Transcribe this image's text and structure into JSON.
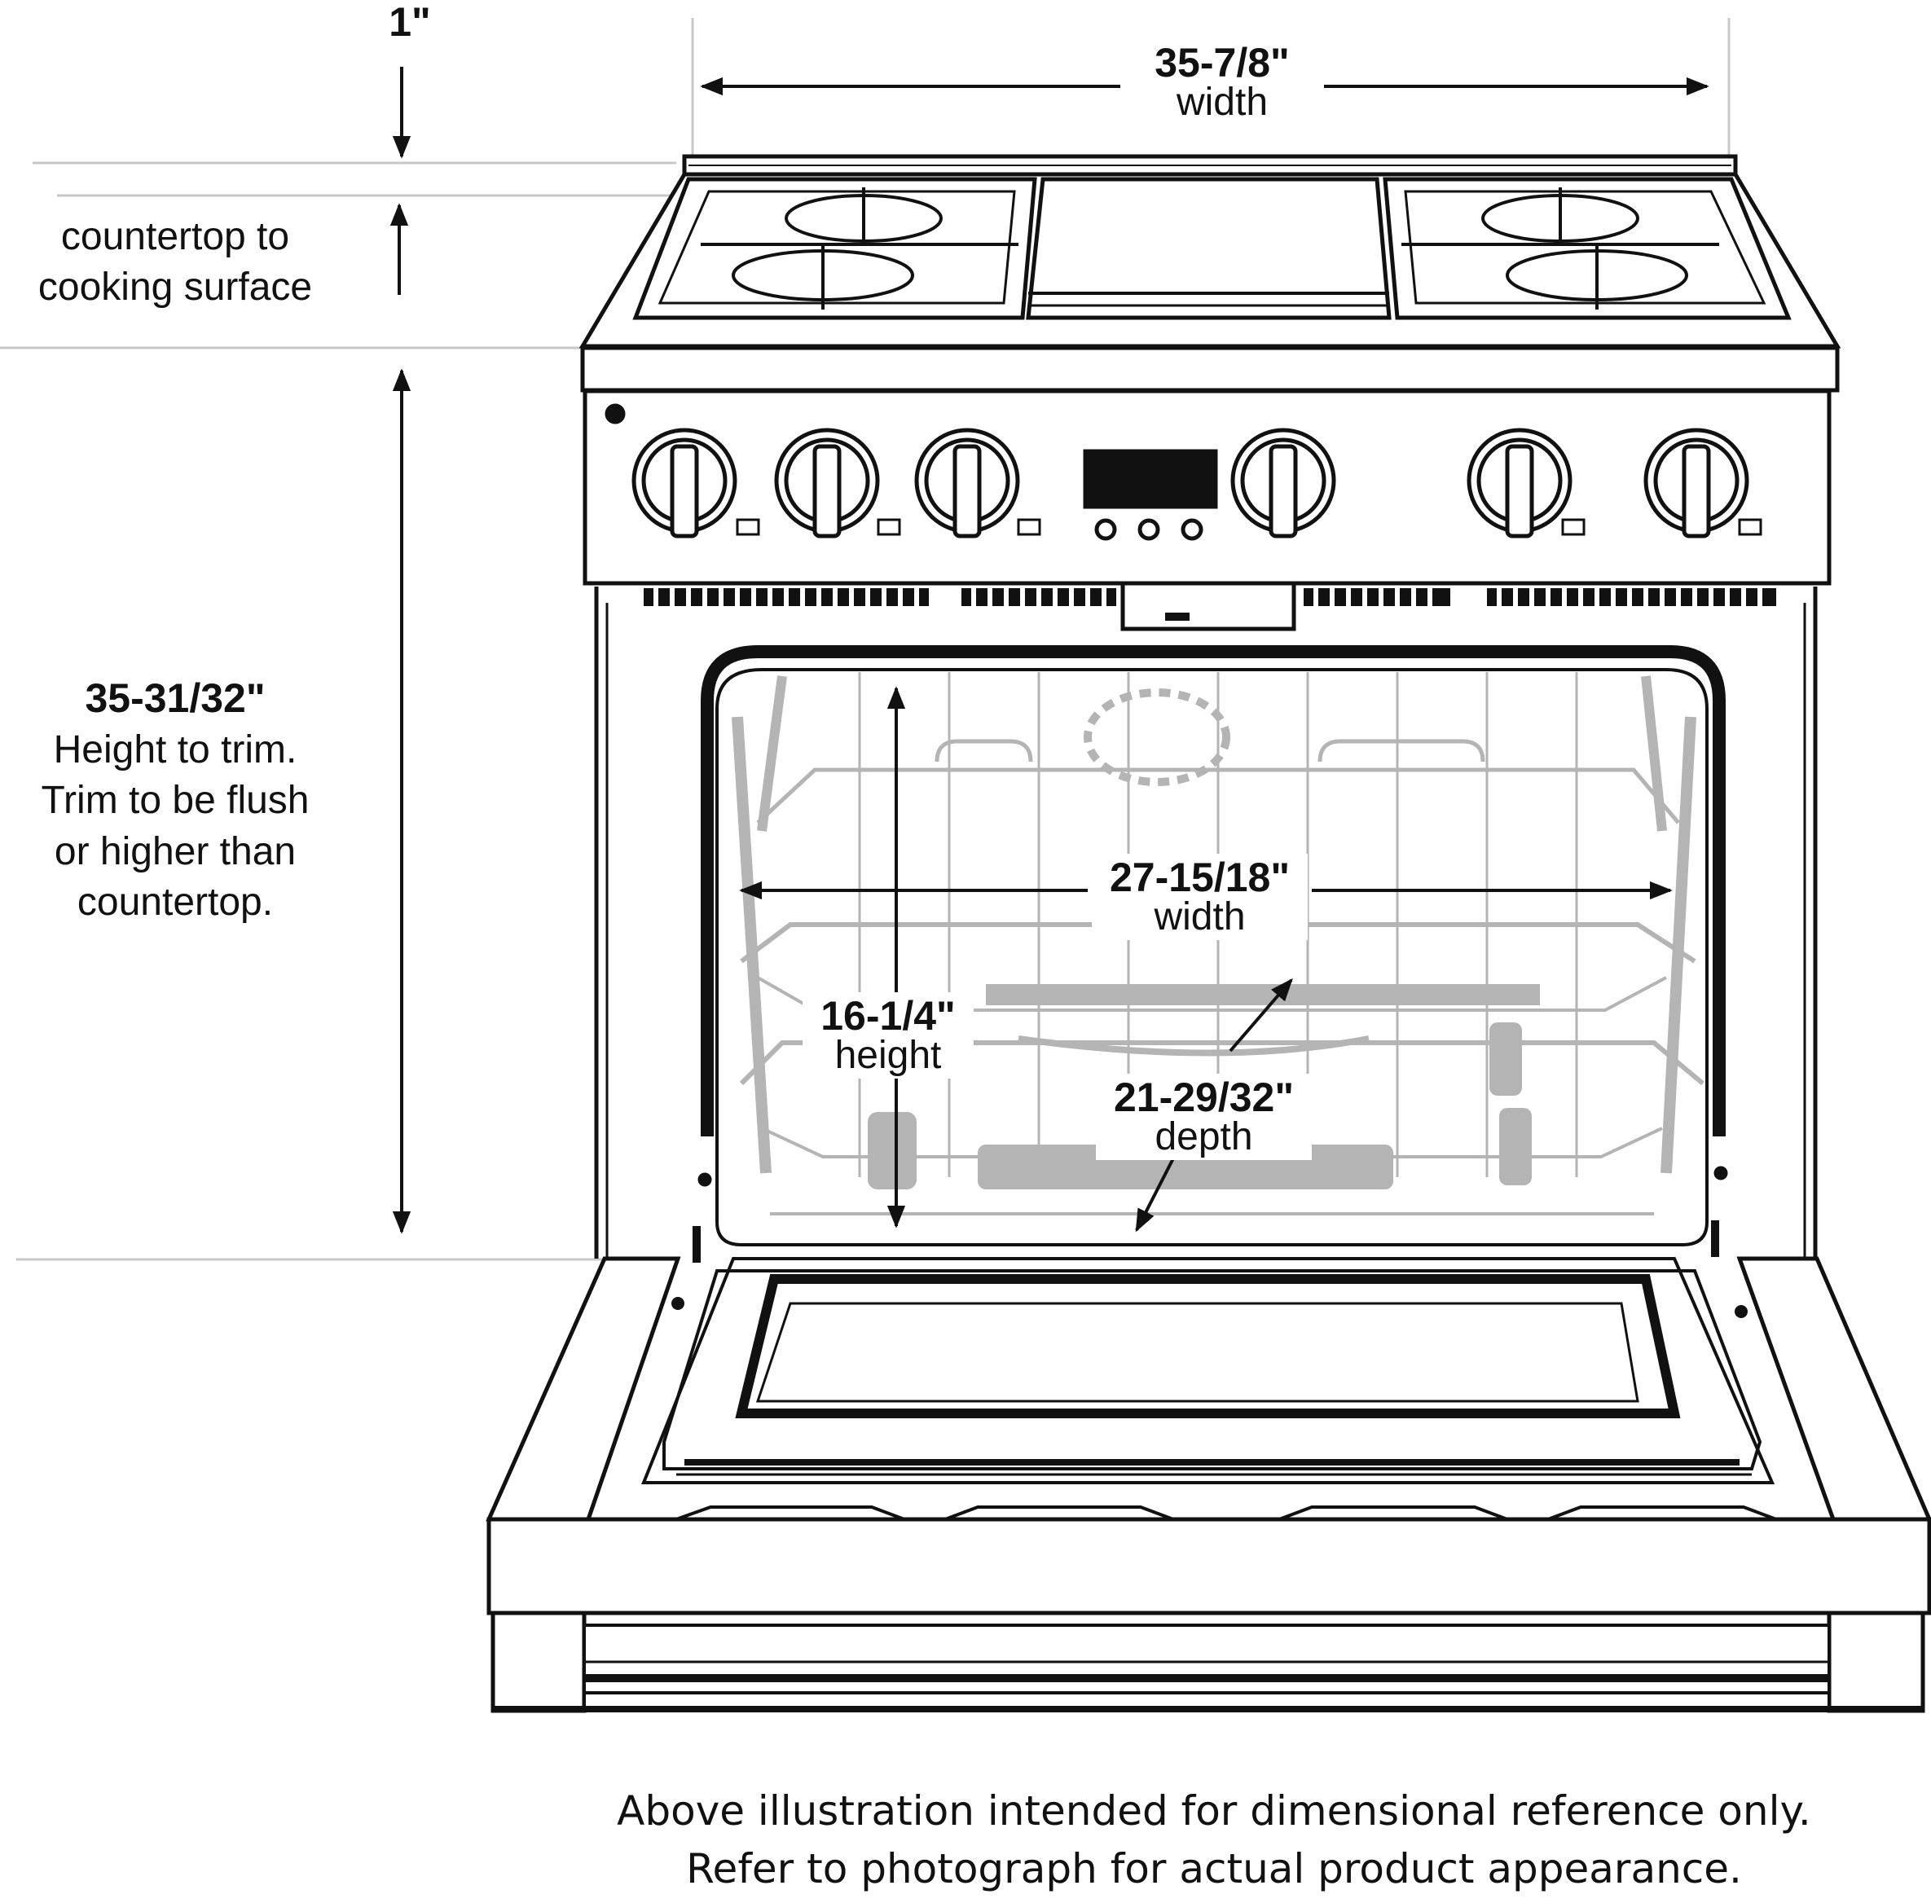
{
  "top_gap": {
    "value": "1\""
  },
  "counter_label": {
    "line1": "countertop to",
    "line2": "cooking surface"
  },
  "overall_width": {
    "value": "35-7/8\"",
    "label": "width"
  },
  "trim_height": {
    "value": "35-31/32\"",
    "line1": "Height to trim.",
    "line2": "Trim to be flush",
    "line3": "or higher than",
    "line4": "countertop."
  },
  "oven_width": {
    "value": "27-15/18\"",
    "label": "width"
  },
  "oven_height": {
    "value": "16-1/4\"",
    "label": "height"
  },
  "oven_depth": {
    "value": "21-29/32\"",
    "label": "depth"
  },
  "footnote": {
    "line1": "Above illustration intended for dimensional reference only.",
    "line2": "Refer to photograph for actual product appearance."
  },
  "colors": {
    "line": "#111111",
    "rack": "#b4b4b4",
    "guide": "#c8c8c8"
  }
}
